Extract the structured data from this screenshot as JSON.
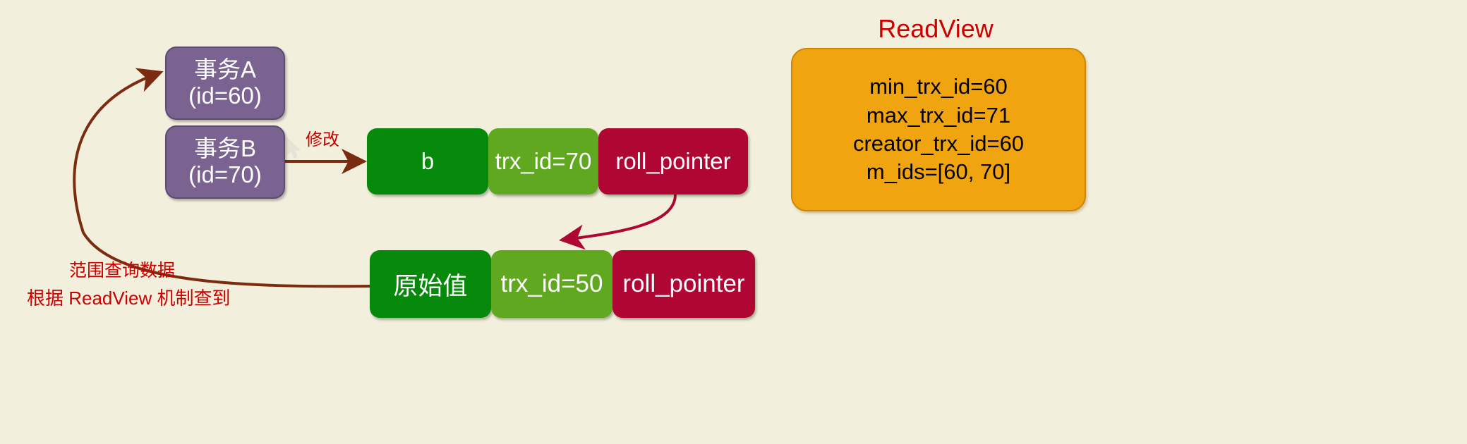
{
  "background_color": "#f2efdc",
  "transactions": [
    {
      "name": "事务A",
      "id_line": "(id=60)",
      "data_name": "txn-a"
    },
    {
      "name": "事务B",
      "id_line": "(id=70)",
      "data_name": "txn-b"
    }
  ],
  "rows": {
    "upper": {
      "value": "b",
      "trx_id": "trx_id=70",
      "roll_pointer": "roll_pointer"
    },
    "lower": {
      "value": "原始值",
      "trx_id": "trx_id=50",
      "roll_pointer": "roll_pointer"
    }
  },
  "labels": {
    "modify": "修改",
    "range_query": "范围查询数据",
    "readview_mechanism": "根据 ReadView 机制查到"
  },
  "readview": {
    "title": "ReadView",
    "min_trx_id": "min_trx_id=60",
    "max_trx_id": "max_trx_id=71",
    "creator_trx_id": "creator_trx_id=60",
    "m_ids": "m_ids=[60, 70]"
  },
  "colors": {
    "txn_box": "#7a6390",
    "value_cell": "#078a0b",
    "trx_cell": "#60a820",
    "roll_cell": "#b00634",
    "readview_panel": "#efa410",
    "label_red": "#cc0000",
    "arrow_brown": "#7b2b10",
    "arrow_crimson": "#b00634"
  }
}
